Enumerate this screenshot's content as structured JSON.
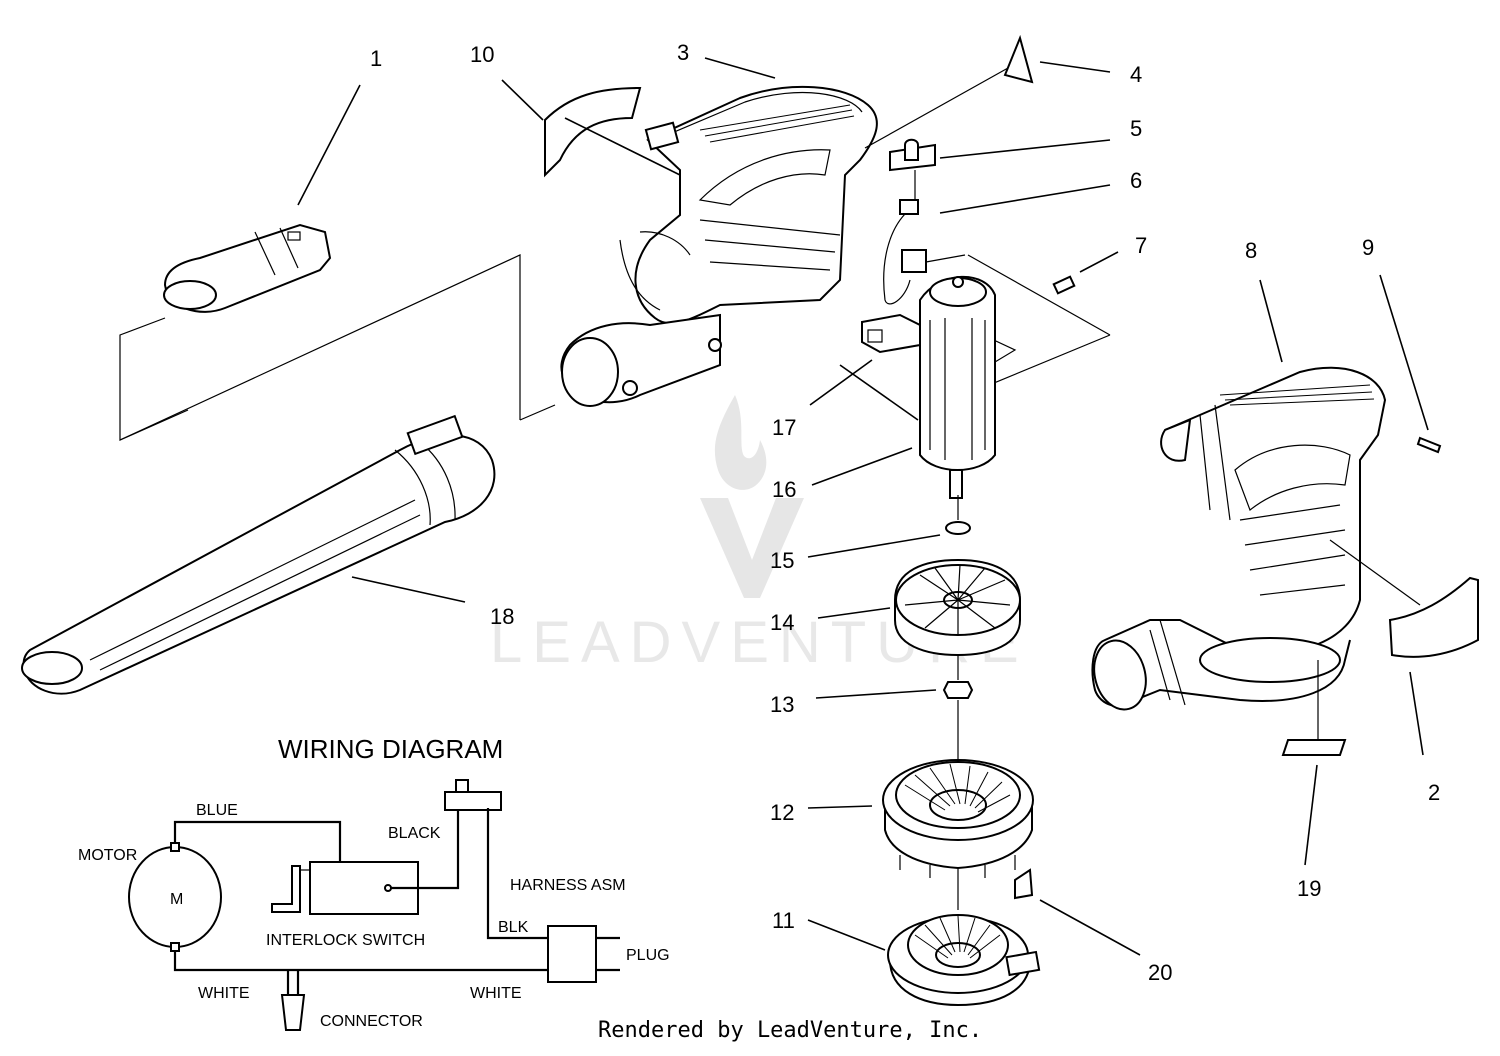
{
  "callouts": [
    {
      "id": "1",
      "label": "1"
    },
    {
      "id": "2",
      "label": "2"
    },
    {
      "id": "3",
      "label": "3"
    },
    {
      "id": "4",
      "label": "4"
    },
    {
      "id": "5",
      "label": "5"
    },
    {
      "id": "6",
      "label": "6"
    },
    {
      "id": "7",
      "label": "7"
    },
    {
      "id": "8",
      "label": "8"
    },
    {
      "id": "9",
      "label": "9"
    },
    {
      "id": "10",
      "label": "10"
    },
    {
      "id": "11",
      "label": "11"
    },
    {
      "id": "12",
      "label": "12"
    },
    {
      "id": "13",
      "label": "13"
    },
    {
      "id": "14",
      "label": "14"
    },
    {
      "id": "15",
      "label": "15"
    },
    {
      "id": "16",
      "label": "16"
    },
    {
      "id": "17",
      "label": "17"
    },
    {
      "id": "18",
      "label": "18"
    },
    {
      "id": "19",
      "label": "19"
    },
    {
      "id": "20",
      "label": "20"
    }
  ],
  "wiring": {
    "title": "WIRING DIAGRAM",
    "motor_label": "MOTOR",
    "motor_symbol": "M",
    "blue": "BLUE",
    "black": "BLACK",
    "harness": "HARNESS ASM",
    "blk": "BLK",
    "plug": "PLUG",
    "white_left": "WHITE",
    "white_right": "WHITE",
    "interlock": "INTERLOCK SWITCH",
    "connector": "CONNECTOR"
  },
  "watermark": {
    "text": "LEADVENTURE"
  },
  "footer": {
    "text": "Rendered by LeadVenture, Inc."
  },
  "colors": {
    "ink": "#000000",
    "watermark": "#e6e6e6",
    "background": "#ffffff"
  }
}
